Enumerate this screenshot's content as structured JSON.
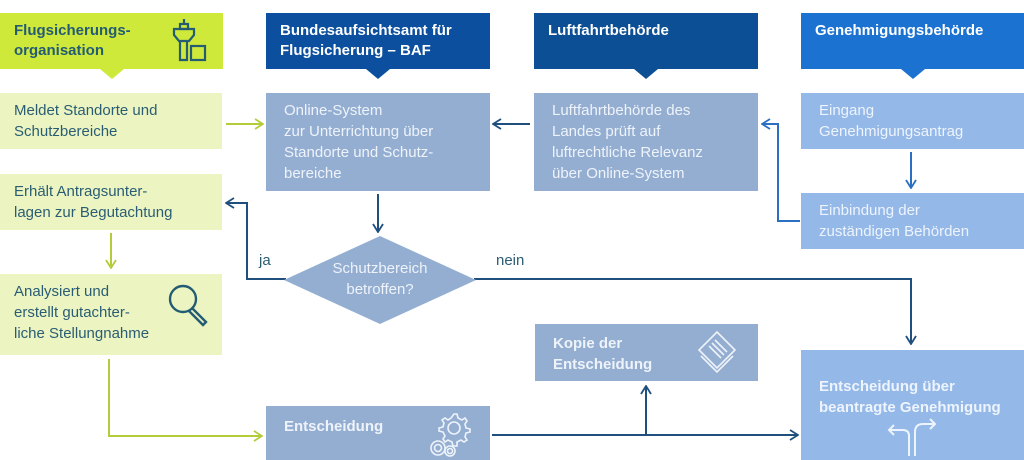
{
  "headers": {
    "flugsicherung": "Flugsicherungs-\norganisation",
    "baf": "Bundesaufsichtsamt für\nFlugsicherung – BAF",
    "luftfahrt": "Luftfahrtbehörde",
    "genehmigung": "Genehmigungsbehörde"
  },
  "left_column": {
    "meldet": "Meldet Standorte und\nSchutzbereiche",
    "erhaelt": "Erhält Antragsunter-\nlagen zur Begutachtung",
    "analysiert": "Analysiert und\nerstellt gutachter-\nliche Stellungnahme"
  },
  "baf_column": {
    "online_system": "Online-System\nzur Unterrichtung über\nStandorte und Schutz-\nbereiche",
    "decision_diamond": "Schutzbereich\nbetroffen?",
    "entscheidung": "Entscheidung"
  },
  "luftfahrt_column": {
    "pruefung": "Luftfahrtbehörde des\nLandes prüft auf\nluftrechtliche Relevanz\nüber Online-System",
    "kopie": "Kopie der\nEntscheidung"
  },
  "genehmigung_column": {
    "eingang": "Eingang\nGenehmigungsantrag",
    "einbindung": "Einbindung der\nzuständigen Behörden",
    "entscheidung_final": "Entscheidung über\nbeantragte Genehmigung"
  },
  "edge_labels": {
    "yes": "ja",
    "no": "nein"
  },
  "icons": {
    "tower": "control-tower-icon",
    "magnifier": "magnifier-icon",
    "gears": "gears-icon",
    "documents": "documents-icon",
    "fork": "fork-arrows-icon"
  },
  "colors": {
    "green_header": "#cfe93a",
    "green_box": "#ecf5c2",
    "navy_header": "#0b4f9e",
    "blue_header": "#1b72d1",
    "steel_box": "#94aed2",
    "light_blue_box": "#94b8e8",
    "arrow_navy": "#1f4f7c",
    "arrow_green": "#b5cc3a"
  }
}
